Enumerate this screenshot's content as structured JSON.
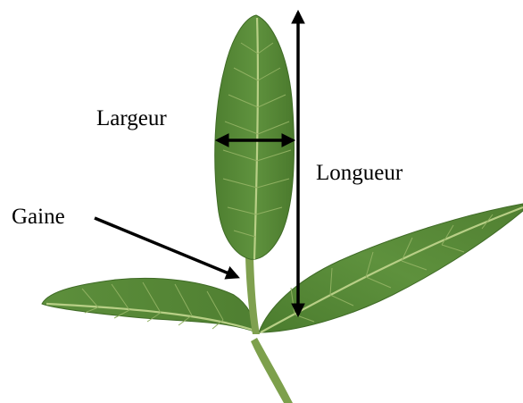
{
  "labels": {
    "largeur": "Largeur",
    "longueur": "Longueur",
    "gaine": "Gaine"
  },
  "colors": {
    "background": "#ffffff",
    "leaf_main": "#5a8a3a",
    "leaf_dark": "#4a7a2c",
    "leaf_edge": "#3f6b26",
    "midrib": "#b8cf86",
    "vein": "#8fb061",
    "stem": "#7fa04f",
    "arrow": "#000000",
    "text": "#000000"
  }
}
